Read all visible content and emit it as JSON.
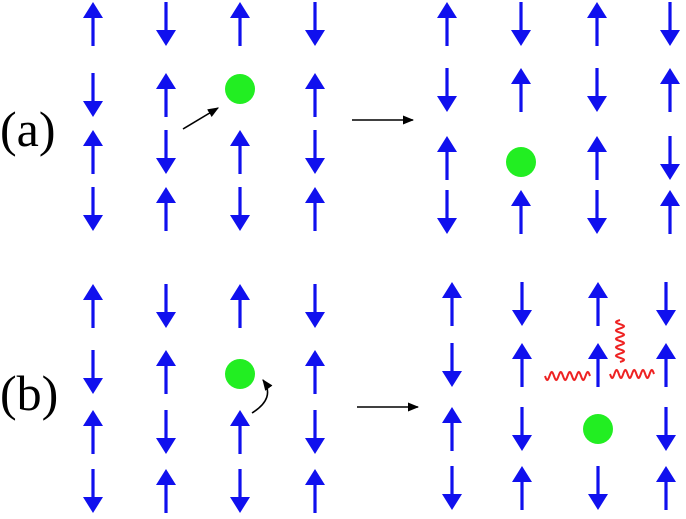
{
  "panels": [
    {
      "label": "(a)",
      "before": {
        "columns": [
          [
            "up",
            "down",
            "up",
            "down"
          ],
          [
            "down",
            "up",
            "down",
            "up"
          ],
          [
            "up",
            "hole",
            "up",
            "down"
          ],
          [
            "down",
            "up",
            "down",
            "up"
          ]
        ]
      },
      "after": {
        "columns": [
          [
            "up",
            "down",
            "up",
            "down"
          ],
          [
            "down",
            "up",
            "hole",
            "up"
          ],
          [
            "up",
            "down",
            "up",
            "down"
          ],
          [
            "down",
            "up",
            "down",
            "up"
          ]
        ]
      },
      "hop": "straight",
      "magnon_excitation": false
    },
    {
      "label": "(b)",
      "before": {
        "columns": [
          [
            "up",
            "down",
            "up",
            "down"
          ],
          [
            "down",
            "up",
            "down",
            "up"
          ],
          [
            "up",
            "hole",
            "up",
            "down"
          ],
          [
            "down",
            "up",
            "down",
            "up"
          ]
        ]
      },
      "after": {
        "columns": [
          [
            "up",
            "down",
            "up",
            "down"
          ],
          [
            "down",
            "up",
            "down",
            "up"
          ],
          [
            "up",
            "up",
            "hole",
            "down"
          ],
          [
            "down",
            "up",
            "down",
            "up"
          ]
        ]
      },
      "hop": "curved",
      "magnon_excitation": true
    }
  ],
  "colors": {
    "spin": "#1010ee",
    "hole": "#22ee22",
    "magnon": "#ee2222",
    "arrow": "#000000"
  }
}
